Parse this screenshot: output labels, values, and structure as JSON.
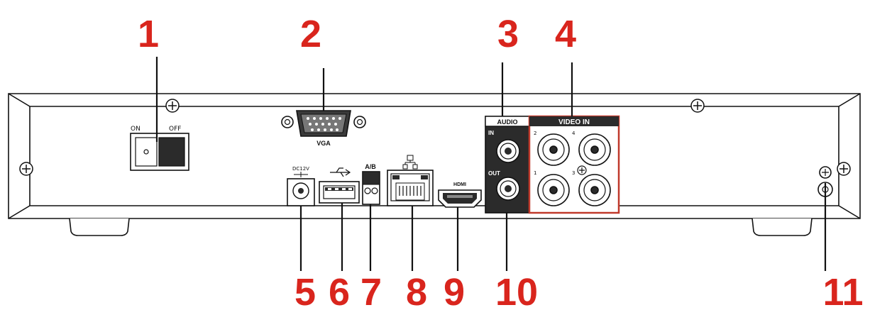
{
  "colors": {
    "callout": "#d9251d",
    "line": "#111111",
    "panel_highlight": "#c0392b",
    "panel_dark": "#2b2b2b"
  },
  "switch": {
    "on_label": "ON",
    "off_label": "OFF"
  },
  "vga": {
    "label": "VGA"
  },
  "power": {
    "label": "DC12V"
  },
  "alarm": {
    "label": "A/B"
  },
  "audio": {
    "header": "AUDIO",
    "in_label": "IN",
    "out_label": "OUT"
  },
  "video_in": {
    "header": "VIDEO IN",
    "ports": [
      {
        "num": "2"
      },
      {
        "num": "4"
      },
      {
        "num": "1"
      },
      {
        "num": "3"
      }
    ]
  },
  "hdmi": {
    "label": "HDMI"
  },
  "callouts": [
    {
      "label": "1",
      "component": "power-switch"
    },
    {
      "label": "2",
      "component": "vga-port"
    },
    {
      "label": "3",
      "component": "audio-ports"
    },
    {
      "label": "4",
      "component": "video-in-ports"
    },
    {
      "label": "5",
      "component": "power-input"
    },
    {
      "label": "6",
      "component": "usb-port"
    },
    {
      "label": "7",
      "component": "alarm-terminal"
    },
    {
      "label": "8",
      "component": "network-port"
    },
    {
      "label": "9",
      "component": "hdmi-port"
    },
    {
      "label": "10",
      "component": "audio-output"
    },
    {
      "label": "11",
      "component": "ground-terminal"
    }
  ]
}
